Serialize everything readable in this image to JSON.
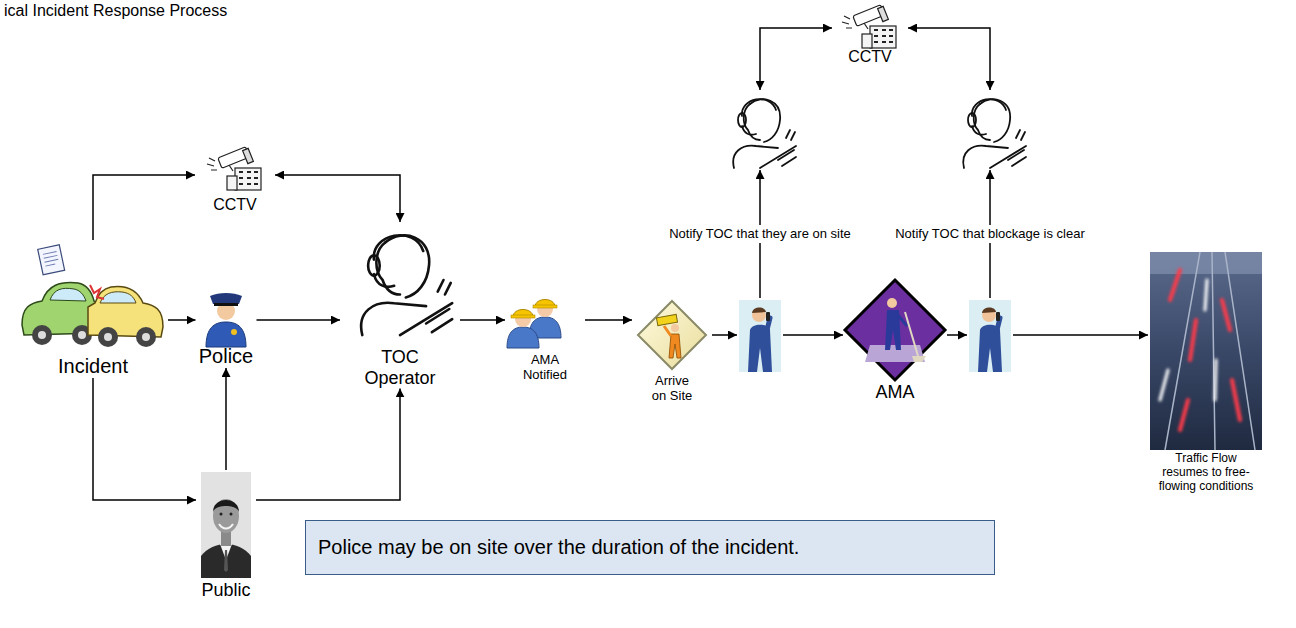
{
  "diagram": {
    "title": "ical Incident Response Process",
    "nodes": [
      {
        "text": [
          "CCTV"
        ]
      },
      {
        "text": []
      },
      {
        "text": []
      },
      {
        "text": [
          "CCTV"
        ]
      },
      {
        "text": [
          "Incident"
        ]
      },
      {
        "text": [
          "Police"
        ]
      },
      {
        "text": [
          "TOC Operator"
        ]
      },
      {
        "text": [
          "AMA Notified"
        ]
      },
      {
        "text": [
          "Arrive on Site"
        ]
      },
      {
        "text": []
      },
      {
        "text": [
          "AMA"
        ]
      },
      {
        "text": []
      },
      {
        "text": [
          "Traffic Flow resumes to free-flowing conditions"
        ]
      },
      {
        "text": [
          "Public"
        ]
      },
      {
        "text": [
          "Police may be on site over the duration of the incident."
        ]
      }
    ],
    "edges": [
      {
        "from": 4,
        "to": 3,
        "arrow": "to"
      },
      {
        "from": 3,
        "to": 6,
        "arrow": "both"
      },
      {
        "from": 4,
        "to": 5,
        "arrow": "to"
      },
      {
        "from": 5,
        "to": 6,
        "arrow": "to"
      },
      {
        "from": 4,
        "to": 13,
        "arrow": "to"
      },
      {
        "from": 13,
        "to": 5,
        "arrow": "to"
      },
      {
        "from": 13,
        "to": 6,
        "arrow": "to"
      },
      {
        "from": 6,
        "to": 7,
        "arrow": "to"
      },
      {
        "from": 7,
        "to": 8,
        "arrow": "to"
      },
      {
        "from": 8,
        "to": 9,
        "arrow": "to"
      },
      {
        "from": 9,
        "to": 1,
        "label": "Notify TOC that they are on site",
        "arrow": "to"
      },
      {
        "from": 9,
        "to": 10,
        "arrow": "to"
      },
      {
        "from": 10,
        "to": 11,
        "arrow": "to"
      },
      {
        "from": 11,
        "to": 2,
        "label": "Notify TOC that blockage is clear",
        "arrow": "to"
      },
      {
        "from": 11,
        "to": 12,
        "arrow": "to"
      },
      {
        "from": 1,
        "to": 0,
        "arrow": "both"
      },
      {
        "from": 0,
        "to": 2,
        "arrow": "both"
      }
    ]
  }
}
